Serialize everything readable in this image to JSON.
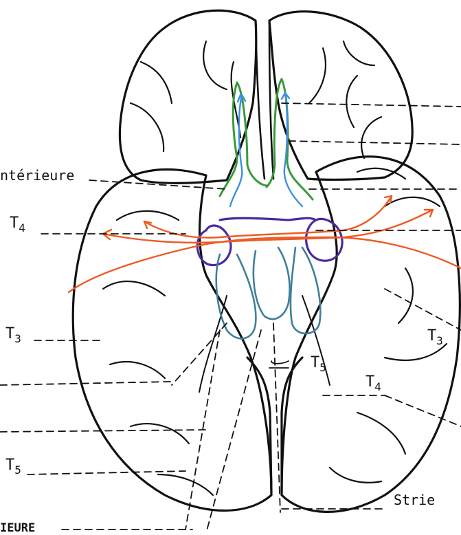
{
  "labels": {
    "anterieure": "ntérieure",
    "t4_left": "T",
    "t4_left_sub": "4",
    "t3_left": "T",
    "t3_left_sub": "3",
    "t5_left": "T",
    "t5_left_sub": "5",
    "t3_right": "T",
    "t3_right_sub": "3",
    "t5_center": "T",
    "t5_center_sub": "5",
    "t4_right": "T",
    "t4_right_sub": "4",
    "strie": "Strie",
    "ieure": "IEURE"
  },
  "colors": {
    "outline": "#111111",
    "olfactory": "#3a9a3a",
    "olfactory_inner": "#3d8fe0",
    "temporal": "#ee5a24",
    "loop": "#4b2a9e",
    "teal": "#3f7f9a"
  }
}
